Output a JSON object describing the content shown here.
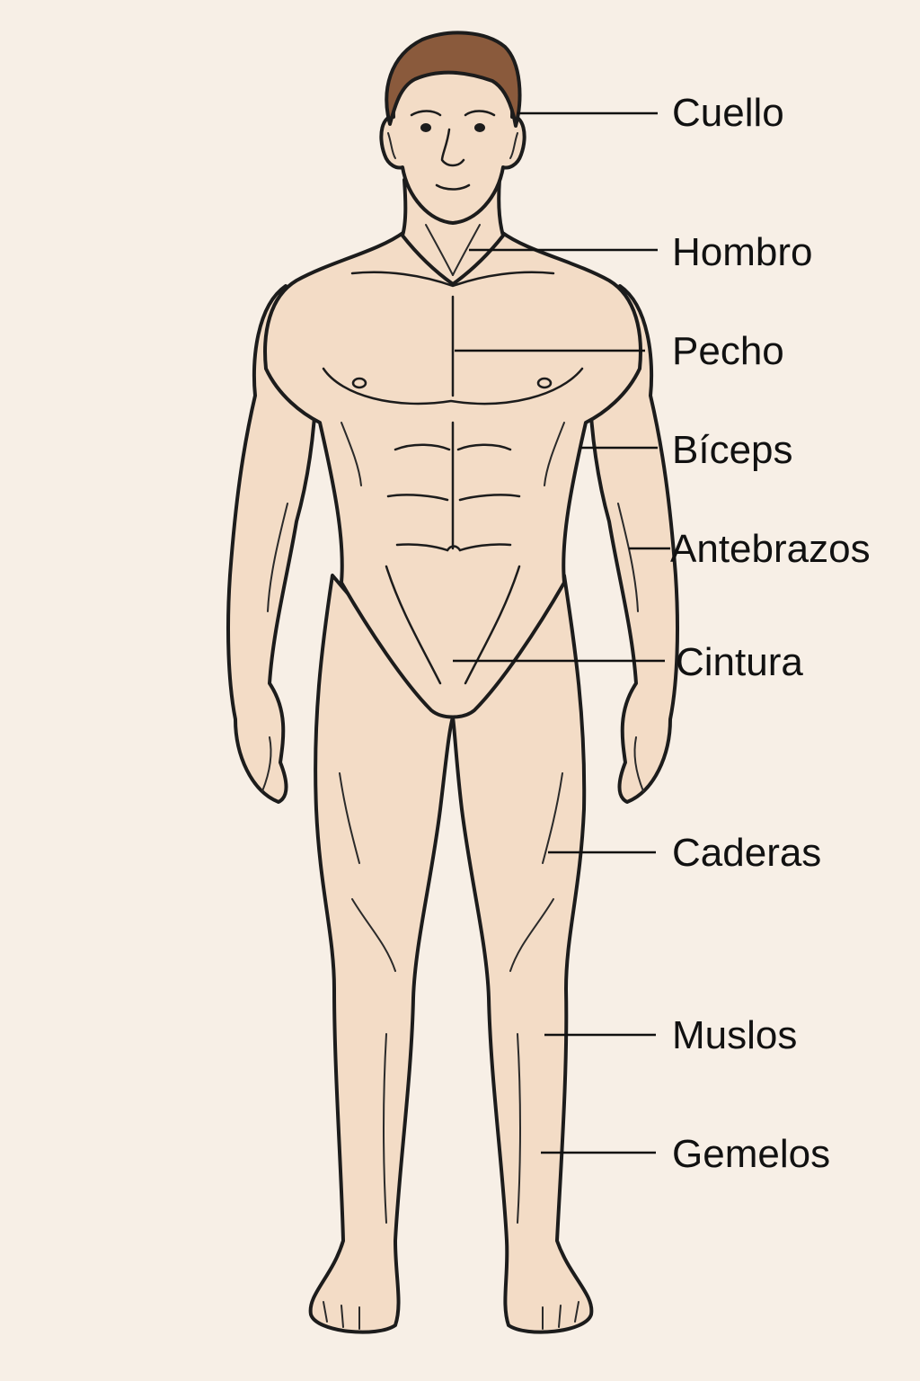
{
  "labels": {
    "cuello": "Cuello",
    "hombro": "Hombro",
    "pecho": "Pecho",
    "biceps": "Bíceps",
    "antebrazos": "Antebrazos",
    "cintura": "Cintura",
    "caderas": "Caderas",
    "muslos": "Muslos",
    "gemelos": "Gemelos"
  },
  "colors": {
    "background": "#f7efe6",
    "skin": "#f3dcc6",
    "hair": "#8a5a3c",
    "outline": "#1c1c1c"
  }
}
